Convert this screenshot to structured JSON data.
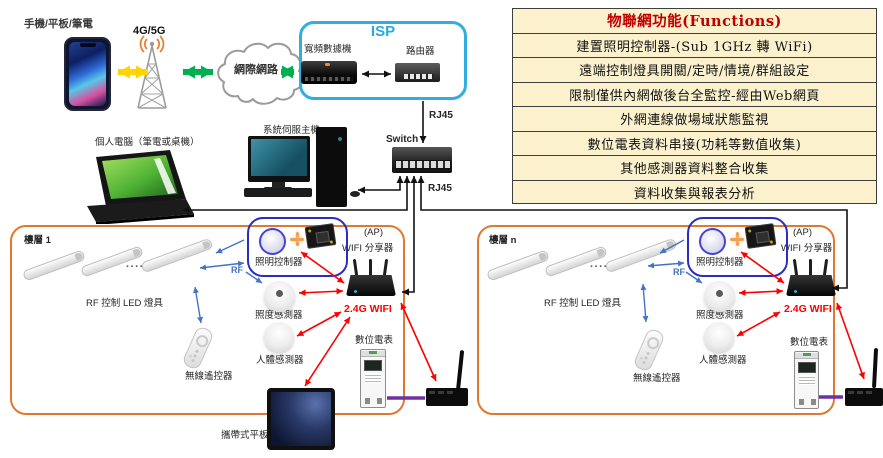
{
  "top": {
    "client_label": "手機/平板/筆電",
    "cell_label": "4G/5G",
    "internet_label": "網際網路",
    "isp_title": "ISP",
    "modem_label": "寬頻數據機",
    "router_label": "路由器",
    "rj45_top_label": "RJ45",
    "switch_label": "Switch",
    "rj45_bottom_label": "RJ45",
    "server_label": "系統伺服主機",
    "pc_label": "個人電腦（筆電或桌機）"
  },
  "functions_table": {
    "header": "物聯網功能(Functions)",
    "rows": [
      "建置照明控制器-(Sub 1GHz 轉 WiFi)",
      "遠端控制燈具開關/定時/情境/群組設定",
      "限制僅供內網做後台全監控-經由Web網頁",
      "外網連線做場域狀態監視",
      "數位電表資料串接(功耗等數值收集)",
      "其他感測器資料整合收集",
      "資料收集與報表分析"
    ]
  },
  "floors": [
    {
      "name": "樓層 1",
      "dots_label": ".....",
      "led_label": "RF 控制 LED 燈具",
      "remote_label": "無線遙控器",
      "controller_label": "照明控制器",
      "rf_label": "RF",
      "ap_label": "(AP)",
      "wifi_label": "WIFI 分享器",
      "wifi_band_label": "2.4G WIFI",
      "lux_label": "照度感測器",
      "motion_label": "人體感測器",
      "meter_label": "數位電表",
      "tablet_label": "攜帶式平板"
    },
    {
      "name": "樓層 n",
      "dots_label": ".....",
      "led_label": "RF 控制 LED 燈具",
      "remote_label": "無線遙控器",
      "controller_label": "照明控制器",
      "rf_label": "RF",
      "ap_label": "(AP)",
      "wifi_label": "WIFI 分享器",
      "wifi_band_label": "2.4G WIFI",
      "lux_label": "照度感測器",
      "motion_label": "人體感測器",
      "meter_label": "數位電表"
    }
  ],
  "colors": {
    "table_bg": "#FBF1CD",
    "table_header_text": "#C00000",
    "isp_border": "#33ADE0",
    "floor_border": "#E0792F",
    "controller_border": "#2C2CC4",
    "wifi_band_text": "#FF0000",
    "rf_link": "#4472C4",
    "wireless_link": "#FF0000",
    "lan_link": "#111111",
    "internet_link": "#00B050",
    "cellular_link": "#FFD400",
    "meter_wire": "#7030A0"
  }
}
